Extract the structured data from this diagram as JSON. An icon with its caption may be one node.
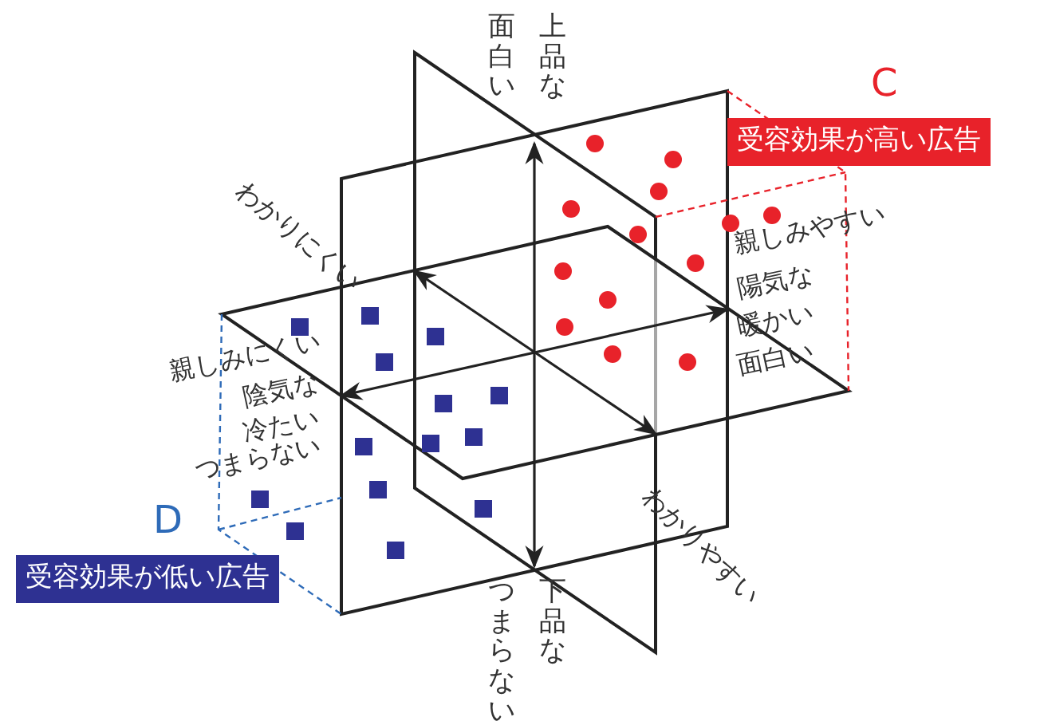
{
  "diagram": {
    "nodes": [
      {
        "text": [
          "受容効果が高い広告"
        ],
        "beside": [
          "C"
        ]
      },
      {
        "text": [
          "受容効果が低い広告"
        ],
        "beside": [
          "D"
        ]
      }
    ],
    "labels": [
      "上品な",
      "面白い",
      "わかりにくい",
      "親しみにくい",
      "陰気な",
      "冷たい",
      "つまらない",
      "親しみやすい",
      "陽気な",
      "暖かい",
      "面白い",
      "わかりやすい",
      "下品な",
      "つまらない"
    ]
  }
}
